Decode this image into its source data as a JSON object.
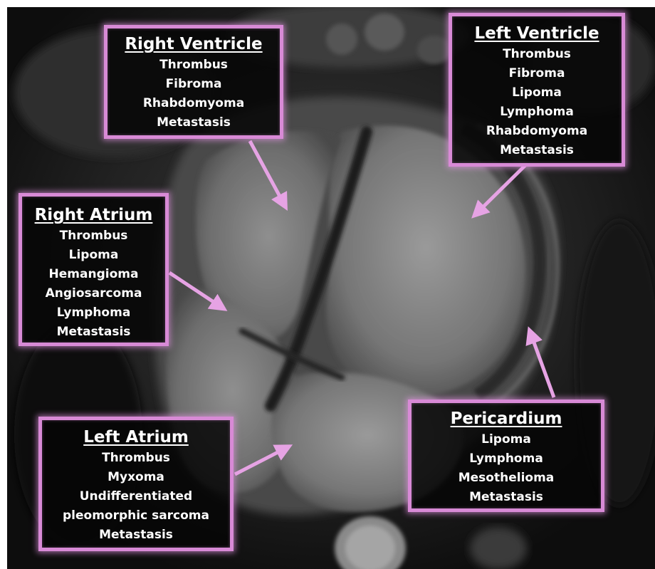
{
  "accent_color": "#d88ad6",
  "regions": {
    "right_ventricle": {
      "title": "Right Ventricle",
      "items": [
        "Thrombus",
        "Fibroma",
        "Rhabdomyoma",
        "Metastasis"
      ]
    },
    "left_ventricle": {
      "title": "Left Ventricle",
      "items": [
        "Thrombus",
        "Fibroma",
        "Lipoma",
        "Lymphoma",
        "Rhabdomyoma",
        "Metastasis"
      ]
    },
    "right_atrium": {
      "title": "Right Atrium",
      "items": [
        "Thrombus",
        "Lipoma",
        "Hemangioma",
        "Angiosarcoma",
        "Lymphoma",
        "Metastasis"
      ]
    },
    "left_atrium": {
      "title": "Left Atrium",
      "items": [
        "Thrombus",
        "Myxoma",
        "Undifferentiated",
        "pleomorphic sarcoma",
        "Metastasis"
      ]
    },
    "pericardium": {
      "title": "Pericardium",
      "items": [
        "Lipoma",
        "Lymphoma",
        "Mesothelioma",
        "Metastasis"
      ]
    }
  }
}
